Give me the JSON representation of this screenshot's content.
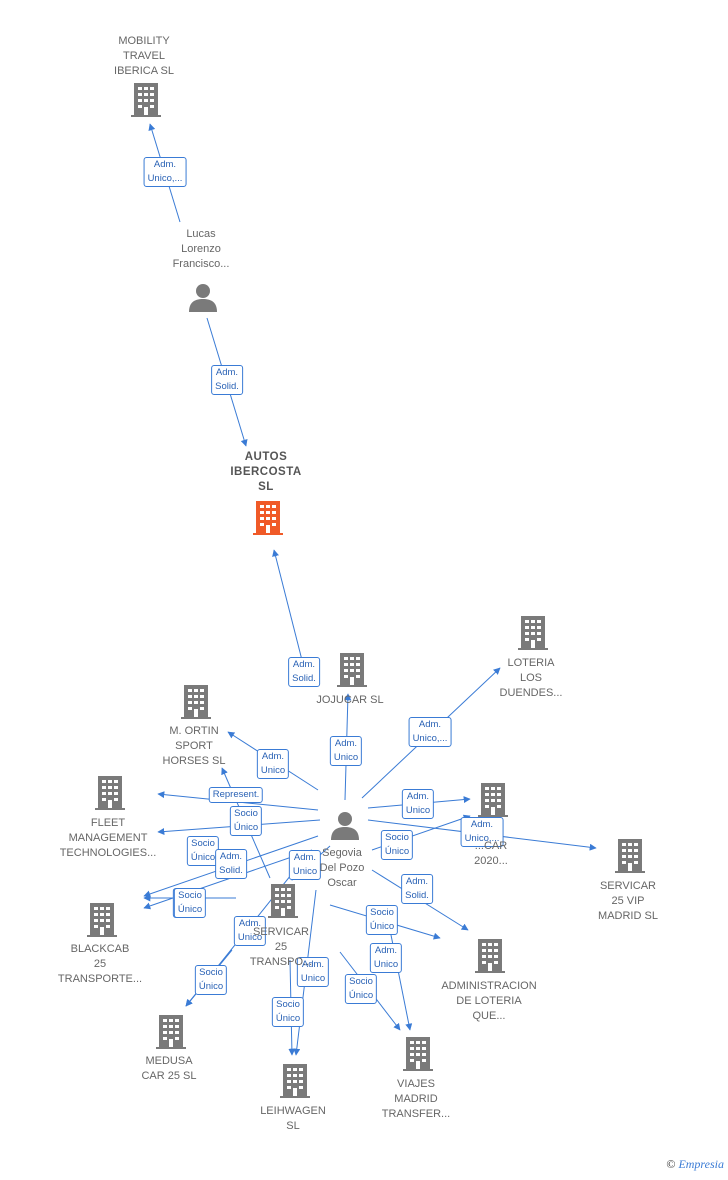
{
  "colors": {
    "accent": "#3a7bd5",
    "node": "#7a7a7a",
    "main_node": "#f05a28"
  },
  "nodes": [
    {
      "id": "mobility",
      "type": "company",
      "label": "MOBILITY\nTRAVEL\nIBERICA  SL"
    },
    {
      "id": "lucas",
      "type": "person",
      "label": "Lucas\nLorenzo\nFrancisco..."
    },
    {
      "id": "autos",
      "type": "company-main",
      "label": "AUTOS\nIBERCOSTA\nSL"
    },
    {
      "id": "loteria",
      "type": "company",
      "label": "LOTERIA\nLOS\nDUENDES..."
    },
    {
      "id": "jojucar",
      "type": "company",
      "label": "JOJUCAR SL"
    },
    {
      "id": "ortin",
      "type": "company",
      "label": "M. ORTIN\nSPORT\nHORSES  SL"
    },
    {
      "id": "fleet",
      "type": "company",
      "label": "FLEET\nMANAGEMENT\nTECHNOLOGIES..."
    },
    {
      "id": "segovia",
      "type": "person",
      "label": "Segovia\nDel Pozo\nOscar"
    },
    {
      "id": "servicar2020",
      "type": "company",
      "label": "...CAR\n2020..."
    },
    {
      "id": "servicar25vip",
      "type": "company",
      "label": "SERVICAR\n25 VIP\nMADRID  SL"
    },
    {
      "id": "blackcab",
      "type": "company",
      "label": "BLACKCAB\n25\nTRANSPORTE..."
    },
    {
      "id": "servicar25t",
      "type": "company",
      "label": "SERVICAR\n25\nTRANSPO..."
    },
    {
      "id": "admloteria",
      "type": "company",
      "label": "ADMINISTRACION\nDE LOTERIA\nQUE..."
    },
    {
      "id": "medusa",
      "type": "company",
      "label": "MEDUSA\nCAR 25  SL"
    },
    {
      "id": "leihwagen",
      "type": "company",
      "label": "LEIHWAGEN\nSL"
    },
    {
      "id": "viajes",
      "type": "company",
      "label": "VIAJES\nMADRID\nTRANSFER..."
    }
  ],
  "edges": [
    {
      "from": "lucas",
      "to": "mobility",
      "label": "Adm.\nUnico,..."
    },
    {
      "from": "lucas",
      "to": "autos",
      "label": "Adm.\nSolid."
    },
    {
      "from": "segovia",
      "to": "autos",
      "label": "Adm.\nSolid."
    },
    {
      "from": "segovia",
      "to": "jojucar",
      "label": "Adm.\nUnico"
    },
    {
      "from": "segovia",
      "to": "loteria",
      "label": "Adm.\nUnico,..."
    },
    {
      "from": "segovia",
      "to": "ortin",
      "label": "Adm.\nUnico"
    },
    {
      "from": "segovia",
      "to": "ortin",
      "label": "Socio\nÚnico"
    },
    {
      "from": "segovia",
      "to": "fleet",
      "label": "Represent."
    },
    {
      "from": "segovia",
      "to": "fleet",
      "label": "Socio\nÚnico"
    },
    {
      "from": "segovia",
      "to": "servicar2020",
      "label": "Adm.\nUnico"
    },
    {
      "from": "segovia",
      "to": "servicar2020",
      "label": "Socio\nÚnico"
    },
    {
      "from": "segovia",
      "to": "servicar25vip",
      "label": "Adm.\nUnico,..."
    },
    {
      "from": "segovia",
      "to": "blackcab",
      "label": "Adm.\nSolid."
    },
    {
      "from": "segovia",
      "to": "blackcab",
      "label": "Adm.\nUnico"
    },
    {
      "from": "segovia",
      "to": "blackcab",
      "label": "Socio\nÚnico"
    },
    {
      "from": "segovia",
      "to": "servicar25t",
      "label": "Adm.\nUnico"
    },
    {
      "from": "segovia",
      "to": "medusa",
      "label": "Adm.\nUnico"
    },
    {
      "from": "segovia",
      "to": "medusa",
      "label": "Socio\nÚnico"
    },
    {
      "from": "segovia",
      "to": "leihwagen",
      "label": "Adm.\nUnico"
    },
    {
      "from": "segovia",
      "to": "leihwagen",
      "label": "Socio\nÚnico"
    },
    {
      "from": "segovia",
      "to": "admloteria",
      "label": "Adm.\nSolid."
    },
    {
      "from": "segovia",
      "to": "admloteria",
      "label": "Socio\nÚnico"
    },
    {
      "from": "segovia",
      "to": "viajes",
      "label": "Adm.\nUnico"
    },
    {
      "from": "segovia",
      "to": "viajes",
      "label": "Socio\nÚnico"
    }
  ],
  "footer": {
    "copyright": "©",
    "brand": "Empresia"
  }
}
